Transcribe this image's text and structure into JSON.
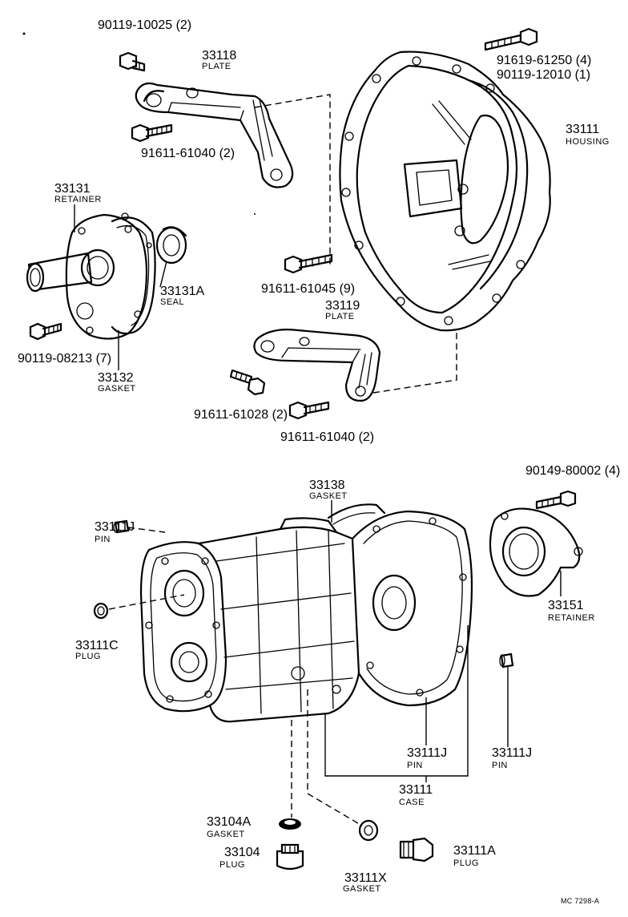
{
  "labels": {
    "bolt_90119_10025": "90119-10025 (2)",
    "plate_33118_no": "33118",
    "plate_33118_name": "PLATE",
    "bolt_91611_61040_a": "91611-61040 (2)",
    "bolt_91619_61250": "91619-61250 (4)",
    "bolt_90119_12010": "90119-12010 (1)",
    "housing_no": "33111",
    "housing_name": "HOUSING",
    "retainer_33131_no": "33131",
    "retainer_33131_name": "RETAINER",
    "seal_no": "33131A",
    "seal_name": "SEAL",
    "bolt_90119_08213": "90119-08213 (7)",
    "gasket_33132_no": "33132",
    "gasket_33132_name": "GASKET",
    "bolt_91611_61045": "91611-61045 (9)",
    "plate_33119_no": "33119",
    "plate_33119_name": "PLATE",
    "bolt_91611_61028": "91611-61028 (2)",
    "bolt_91611_61040_b": "91611-61040 (2)",
    "gasket_33138_no": "33138",
    "gasket_33138_name": "GASKET",
    "bolt_90149_80002": "90149-80002 (4)",
    "pin_top_no": "33111J",
    "pin_top_name": "PIN",
    "retainer_33151_no": "33151",
    "retainer_33151_name": "RETAINER",
    "plug_33111c_no": "33111C",
    "plug_33111c_name": "PLUG",
    "pin_mid_no": "33111J",
    "pin_mid_name": "PIN",
    "pin_right_no": "33111J",
    "pin_right_name": "PIN",
    "case_no": "33111",
    "case_name": "CASE",
    "gasket_33104a_no": "33104A",
    "gasket_33104a_name": "GASKET",
    "plug_33104_no": "33104",
    "plug_33104_name": "PLUG",
    "gasket_33111x_no": "33111X",
    "gasket_33111x_name": "GASKET",
    "plug_33111a_no": "33111A",
    "plug_33111a_name": "PLUG",
    "figure_code": "MC 7298-A"
  }
}
